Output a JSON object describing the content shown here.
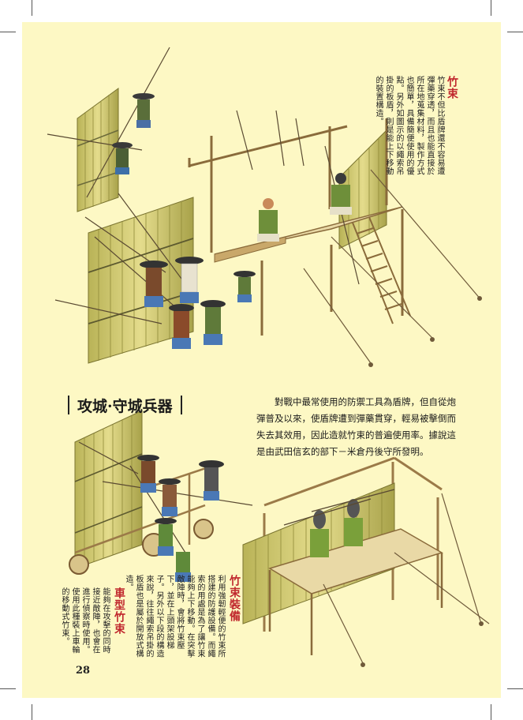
{
  "page": {
    "background": "#fdf8c4",
    "accent": "#c0272d",
    "page_number": "28"
  },
  "section": {
    "title": "攻城·守城兵器",
    "body": "對戰中最常使用的防禦工具為盾牌，但自從炮彈普及以來，使盾牌遭到彈藥貫穿，輕易被擊倒而失去其效用，因此造就竹束的普遍使用率。據說這是由武田信玄的部下－米倉丹後守所發明。"
  },
  "captions": {
    "zhushu": {
      "title": "竹束",
      "text": "竹束不但比盾牌還不容易遭彈藥穿透，而且也能直接於所在地蒐集材料，製作方式也簡單，具備簡便使用的優點。另外如圖示的以繩索吊掛的板盾，則是能上下移動的裝置構造。"
    },
    "zhushu_zhuangbei": {
      "title": "竹束裝備",
      "text": "利用強韌輕便的竹束所搭建的防護設備。而繩索的用處是為了讓竹束能夠上下移動。在突擊敵陣時，會將竹束壓下，並在上頭架設梯子。另外以下段的構造來說，往往繩索吊掛的板盾也是屬於開放式構造。"
    },
    "chexing_zhushu": {
      "title": "車型竹束",
      "text": "能夠在攻擊的同時接近敵陣，也會在進行偵察時使用。使用此種裝上車輪的移動式竹束。"
    }
  }
}
